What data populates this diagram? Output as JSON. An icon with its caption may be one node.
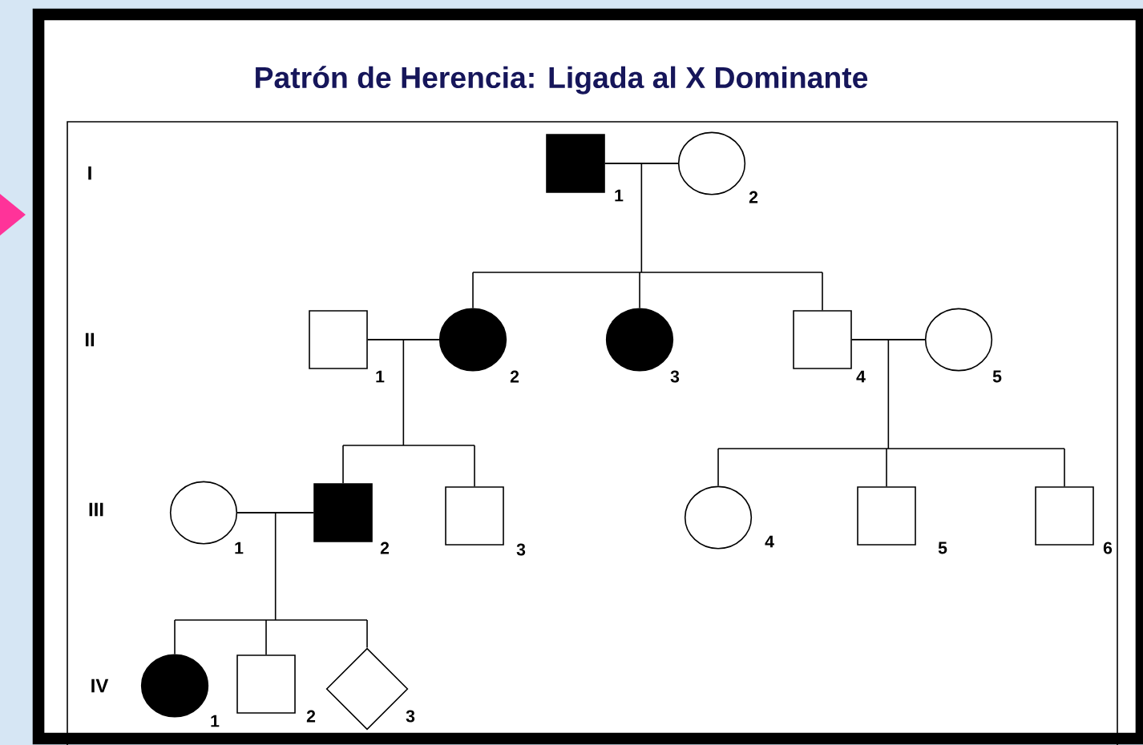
{
  "diagram": {
    "title": "Patrón de Herencia: Ligada al X Dominante",
    "nodes": [
      {
        "text": [],
        "shape": "block",
        "beside": [
          "1"
        ]
      },
      {
        "text": [],
        "shape": "circle",
        "beside": [
          "2"
        ]
      },
      {
        "text": [],
        "shape": "box",
        "beside": [
          "1"
        ]
      },
      {
        "text": [],
        "shape": "disc",
        "beside": [
          "2"
        ]
      },
      {
        "text": [],
        "shape": "disc",
        "beside": [
          "3"
        ]
      },
      {
        "text": [],
        "shape": "box",
        "beside": [
          "4"
        ]
      },
      {
        "text": [],
        "shape": "circle",
        "beside": [
          "5"
        ]
      },
      {
        "text": [],
        "shape": "circle",
        "beside": [
          "1"
        ]
      },
      {
        "text": [],
        "shape": "block",
        "beside": [
          "2"
        ]
      },
      {
        "text": [],
        "shape": "box",
        "beside": [
          "3"
        ]
      },
      {
        "text": [],
        "shape": "circle",
        "beside": [
          "4"
        ]
      },
      {
        "text": [],
        "shape": "box",
        "beside": [
          "5"
        ]
      },
      {
        "text": [],
        "shape": "box",
        "beside": [
          "6"
        ]
      },
      {
        "text": [],
        "shape": "disc",
        "beside": [
          "1"
        ]
      },
      {
        "text": [],
        "shape": "box",
        "beside": [
          "2"
        ]
      },
      {
        "text": [],
        "shape": "diamond",
        "beside": [
          "3"
        ]
      }
    ],
    "edges": [
      {
        "from": 0,
        "to": 1,
        "arrow": "none"
      },
      {
        "from": 0,
        "to": 3,
        "arrow": "none"
      },
      {
        "from": 1,
        "to": 3,
        "arrow": "none"
      },
      {
        "from": 0,
        "to": 4,
        "arrow": "none"
      },
      {
        "from": 1,
        "to": 4,
        "arrow": "none"
      },
      {
        "from": 0,
        "to": 5,
        "arrow": "none"
      },
      {
        "from": 1,
        "to": 5,
        "arrow": "none"
      },
      {
        "from": 2,
        "to": 3,
        "arrow": "none"
      },
      {
        "from": 5,
        "to": 6,
        "arrow": "none"
      },
      {
        "from": 2,
        "to": 8,
        "arrow": "none"
      },
      {
        "from": 3,
        "to": 8,
        "arrow": "none"
      },
      {
        "from": 2,
        "to": 9,
        "arrow": "none"
      },
      {
        "from": 3,
        "to": 9,
        "arrow": "none"
      },
      {
        "from": 5,
        "to": 10,
        "arrow": "none"
      },
      {
        "from": 6,
        "to": 10,
        "arrow": "none"
      },
      {
        "from": 5,
        "to": 11,
        "arrow": "none"
      },
      {
        "from": 6,
        "to": 11,
        "arrow": "none"
      },
      {
        "from": 5,
        "to": 12,
        "arrow": "none"
      },
      {
        "from": 6,
        "to": 12,
        "arrow": "none"
      },
      {
        "from": 7,
        "to": 8,
        "arrow": "none"
      },
      {
        "from": 7,
        "to": 13,
        "arrow": "none"
      },
      {
        "from": 8,
        "to": 13,
        "arrow": "none"
      },
      {
        "from": 7,
        "to": 14,
        "arrow": "none"
      },
      {
        "from": 8,
        "to": 14,
        "arrow": "none"
      },
      {
        "from": 7,
        "to": 15,
        "arrow": "none"
      },
      {
        "from": 8,
        "to": 15,
        "arrow": "none"
      }
    ],
    "labels": [
      "I",
      "II",
      "III",
      "IV"
    ]
  }
}
